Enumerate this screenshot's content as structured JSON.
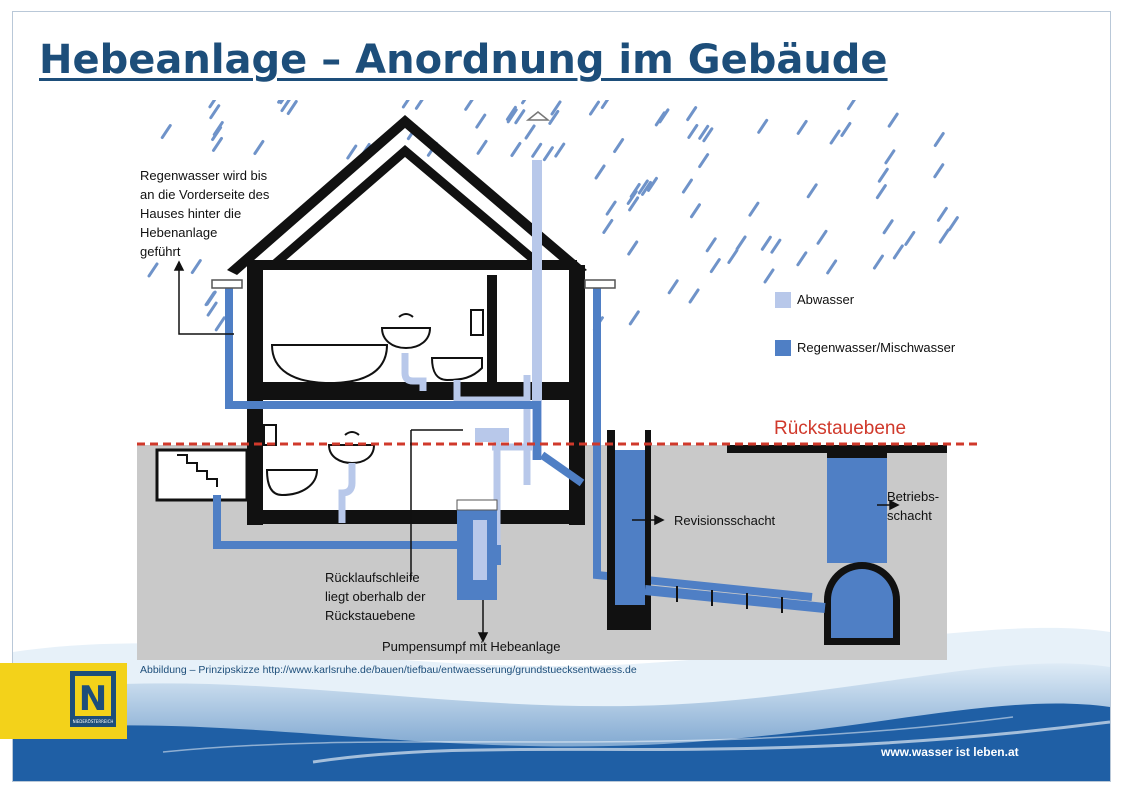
{
  "title": "Hebeanlage – Anordnung im Gebäude",
  "labels": {
    "regenwasser": "Regenwasser wird bis\nan die Vorderseite des\nHauses hinter die\nHebenanlage\ngeführt",
    "ruecklauf": "Rücklaufschleife\nliegt oberhalb der\nRückstauebene",
    "pumpensumpf": "Pumpensumpf mit Hebeanlage",
    "revisionsschacht": "Revisionsschacht",
    "betriebsschacht": "Betriebs-\nschacht",
    "rueckstauebene": "Rückstauebene"
  },
  "legend": [
    {
      "label": "Abwasser",
      "color": "#b8c8ea"
    },
    {
      "label": "Regenwasser/Mischwasser",
      "color": "#4f7fc5"
    }
  ],
  "caption": "Abbildung – Prinzipskizze http://www.karlsruhe.de/bauen/tiefbau/entwaesserung/grundstuecksentwaess.de",
  "footer_url": "www.wasser ist leben.at",
  "logo": {
    "letter": "N",
    "text": "NIEDERÖSTERREICH"
  },
  "colors": {
    "title": "#1d4e7a",
    "rueckstauebene": "#d0392b",
    "ground": "#c9c9c9",
    "wall": "#111111",
    "rain": "#6f93c9"
  }
}
